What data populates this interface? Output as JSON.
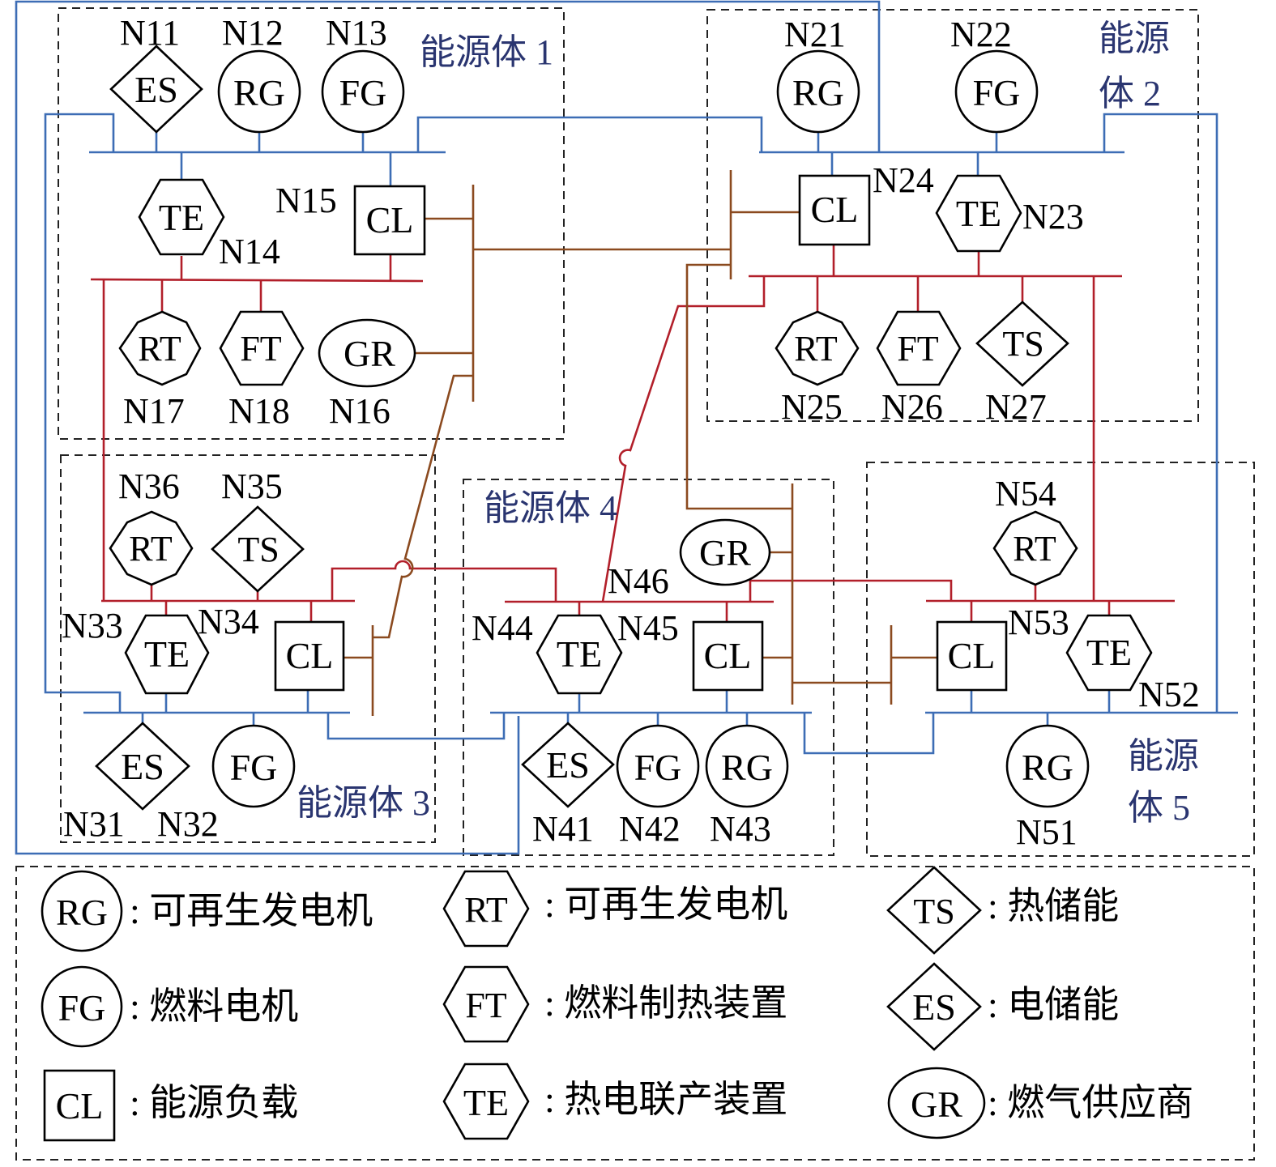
{
  "regions": {
    "r1": "能源体 1",
    "r2a": "能源",
    "r2b": "体 2",
    "r3": "能源体 3",
    "r4": "能源体 4",
    "r5a": "能源",
    "r5b": "体  5"
  },
  "symbols": {
    "ES": "ES",
    "RG": "RG",
    "FG": "FG",
    "TE": "TE",
    "CL": "CL",
    "RT": "RT",
    "FT": "FT",
    "GR": "GR",
    "TS": "TS"
  },
  "nodes": {
    "N11": "N11",
    "N12": "N12",
    "N13": "N13",
    "N14": "N14",
    "N15": "N15",
    "N16": "N16",
    "N17": "N17",
    "N18": "N18",
    "N21": "N21",
    "N22": "N22",
    "N23": "N23",
    "N24": "N24",
    "N25": "N25",
    "N26": "N26",
    "N27": "N27",
    "N31": "N31",
    "N32": "N32",
    "N33": "N33",
    "N34": "N34",
    "N35": "N35",
    "N36": "N36",
    "N41": "N41",
    "N42": "N42",
    "N43": "N43",
    "N44": "N44",
    "N45": "N45",
    "N46": "N46",
    "N51": "N51",
    "N52": "N52",
    "N53": "N53",
    "N54": "N54"
  },
  "legend": {
    "rg": ": 可再生发电机",
    "rt": ": 可再生发电机",
    "ts": ": 热储能",
    "fg": ": 燃料电机",
    "ft": ": 燃料制热装置",
    "es": ": 电储能",
    "cl": ": 能源负载",
    "te": ": 热电联产装置",
    "gr": ": 燃气供应商"
  },
  "colors": {
    "electric_line": "#b21f2a",
    "thermal_line": "#3d6db5",
    "gas_line": "#8b4a1f",
    "region_label": "#2a3570"
  }
}
